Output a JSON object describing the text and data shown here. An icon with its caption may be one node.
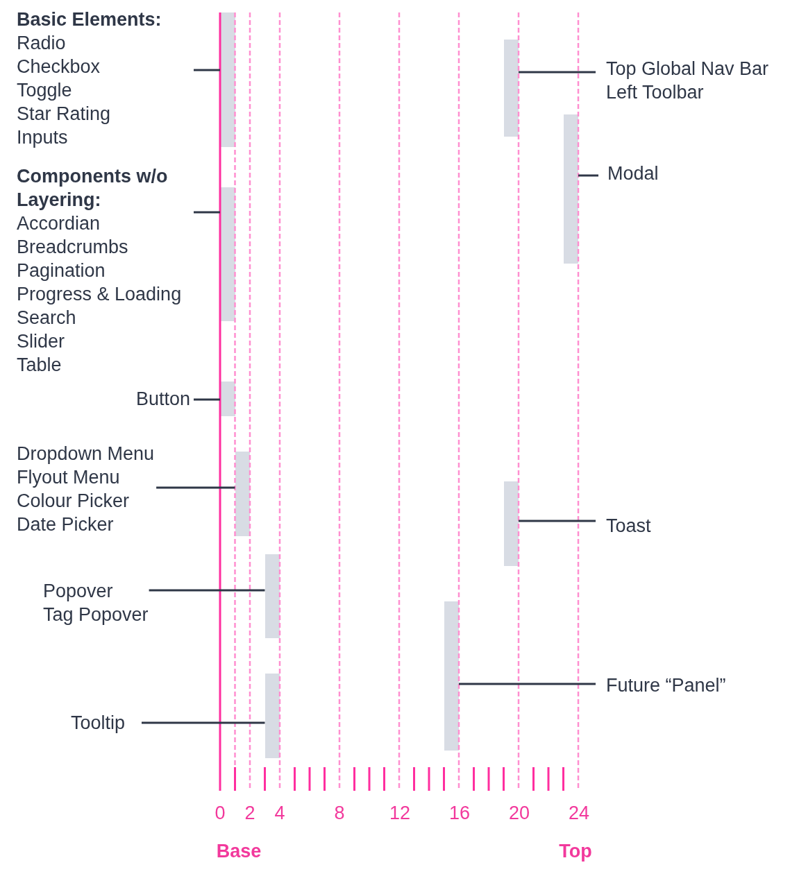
{
  "diagram": {
    "nodes": [
      {
        "text": [
          "Basic Elements:",
          "Radio",
          "Checkbox",
          "Toggle",
          "Star Rating",
          "Inputs"
        ]
      },
      {
        "text": [],
        "shape": "bar"
      },
      {
        "text": [
          "Components w/o Layering:",
          "Accordian",
          "Breadcrumbs",
          "Pagination",
          "Progress & Loading",
          "Search",
          "Slider",
          "Table"
        ]
      },
      {
        "text": [],
        "shape": "bar"
      },
      {
        "text": [
          "Button"
        ]
      },
      {
        "text": [],
        "shape": "bar"
      },
      {
        "text": [
          "Dropdown Menu",
          "Flyout Menu",
          "Colour Picker",
          "Date Picker"
        ]
      },
      {
        "text": [],
        "shape": "bar"
      },
      {
        "text": [
          "Popover",
          "Tag Popover"
        ]
      },
      {
        "text": [],
        "shape": "bar"
      },
      {
        "text": [
          "Tooltip"
        ]
      },
      {
        "text": [],
        "shape": "bar"
      },
      {
        "text": [
          "Top Global Nav Bar",
          "Left Toolbar"
        ]
      },
      {
        "text": [],
        "shape": "bar"
      },
      {
        "text": [
          "Modal"
        ]
      },
      {
        "text": [],
        "shape": "bar"
      },
      {
        "text": [
          "Toast"
        ]
      },
      {
        "text": [],
        "shape": "bar"
      },
      {
        "text": [
          "Future “Panel”"
        ]
      },
      {
        "text": [],
        "shape": "bar"
      }
    ],
    "edges": [
      {
        "from": 0,
        "to": 1,
        "arrow": "none"
      },
      {
        "from": 2,
        "to": 3,
        "arrow": "none"
      },
      {
        "from": 4,
        "to": 5,
        "arrow": "none"
      },
      {
        "from": 6,
        "to": 7,
        "arrow": "none"
      },
      {
        "from": 8,
        "to": 9,
        "arrow": "none"
      },
      {
        "from": 10,
        "to": 11,
        "arrow": "none"
      },
      {
        "from": 12,
        "to": 13,
        "arrow": "none"
      },
      {
        "from": 14,
        "to": 15,
        "arrow": "none"
      },
      {
        "from": 16,
        "to": 17,
        "arrow": "none"
      },
      {
        "from": 18,
        "to": 19,
        "arrow": "none"
      }
    ],
    "labels": [
      "0",
      "2",
      "4",
      "8",
      "12",
      "16",
      "20",
      "24",
      "Base",
      "Top"
    ]
  }
}
